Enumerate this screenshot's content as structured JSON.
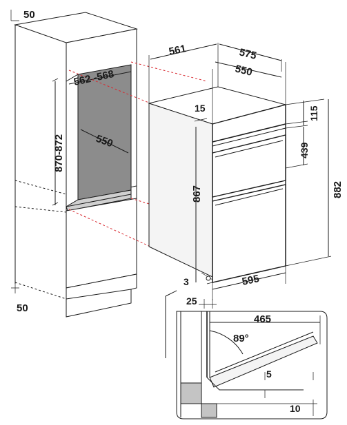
{
  "colors": {
    "line": "#1a1a1a",
    "guide": "#d8282f",
    "niche": "#8c8c8c",
    "shelf": "#d0d0d0",
    "cabinet": "#ffffff",
    "oven_side": "#f4f4f4",
    "detail_block": "#c4c4c4"
  },
  "cabinet": {
    "side_gap_top": "50",
    "side_gap_bottom": "50",
    "niche_width": "562 -568",
    "niche_height": "870-872",
    "niche_depth": "550"
  },
  "oven": {
    "depth_overall": "561",
    "width_frame": "575",
    "width_body": "550",
    "top_offset": "15",
    "panel_height": "115",
    "upper_height": "439",
    "total_height": "882",
    "body_height": "867",
    "front_width": "595",
    "bottom_offset": "3",
    "front_thickness": "25"
  },
  "detail": {
    "door_depth": "465",
    "door_angle": "89°",
    "hinge_gap": "5",
    "floor_gap": "10"
  }
}
